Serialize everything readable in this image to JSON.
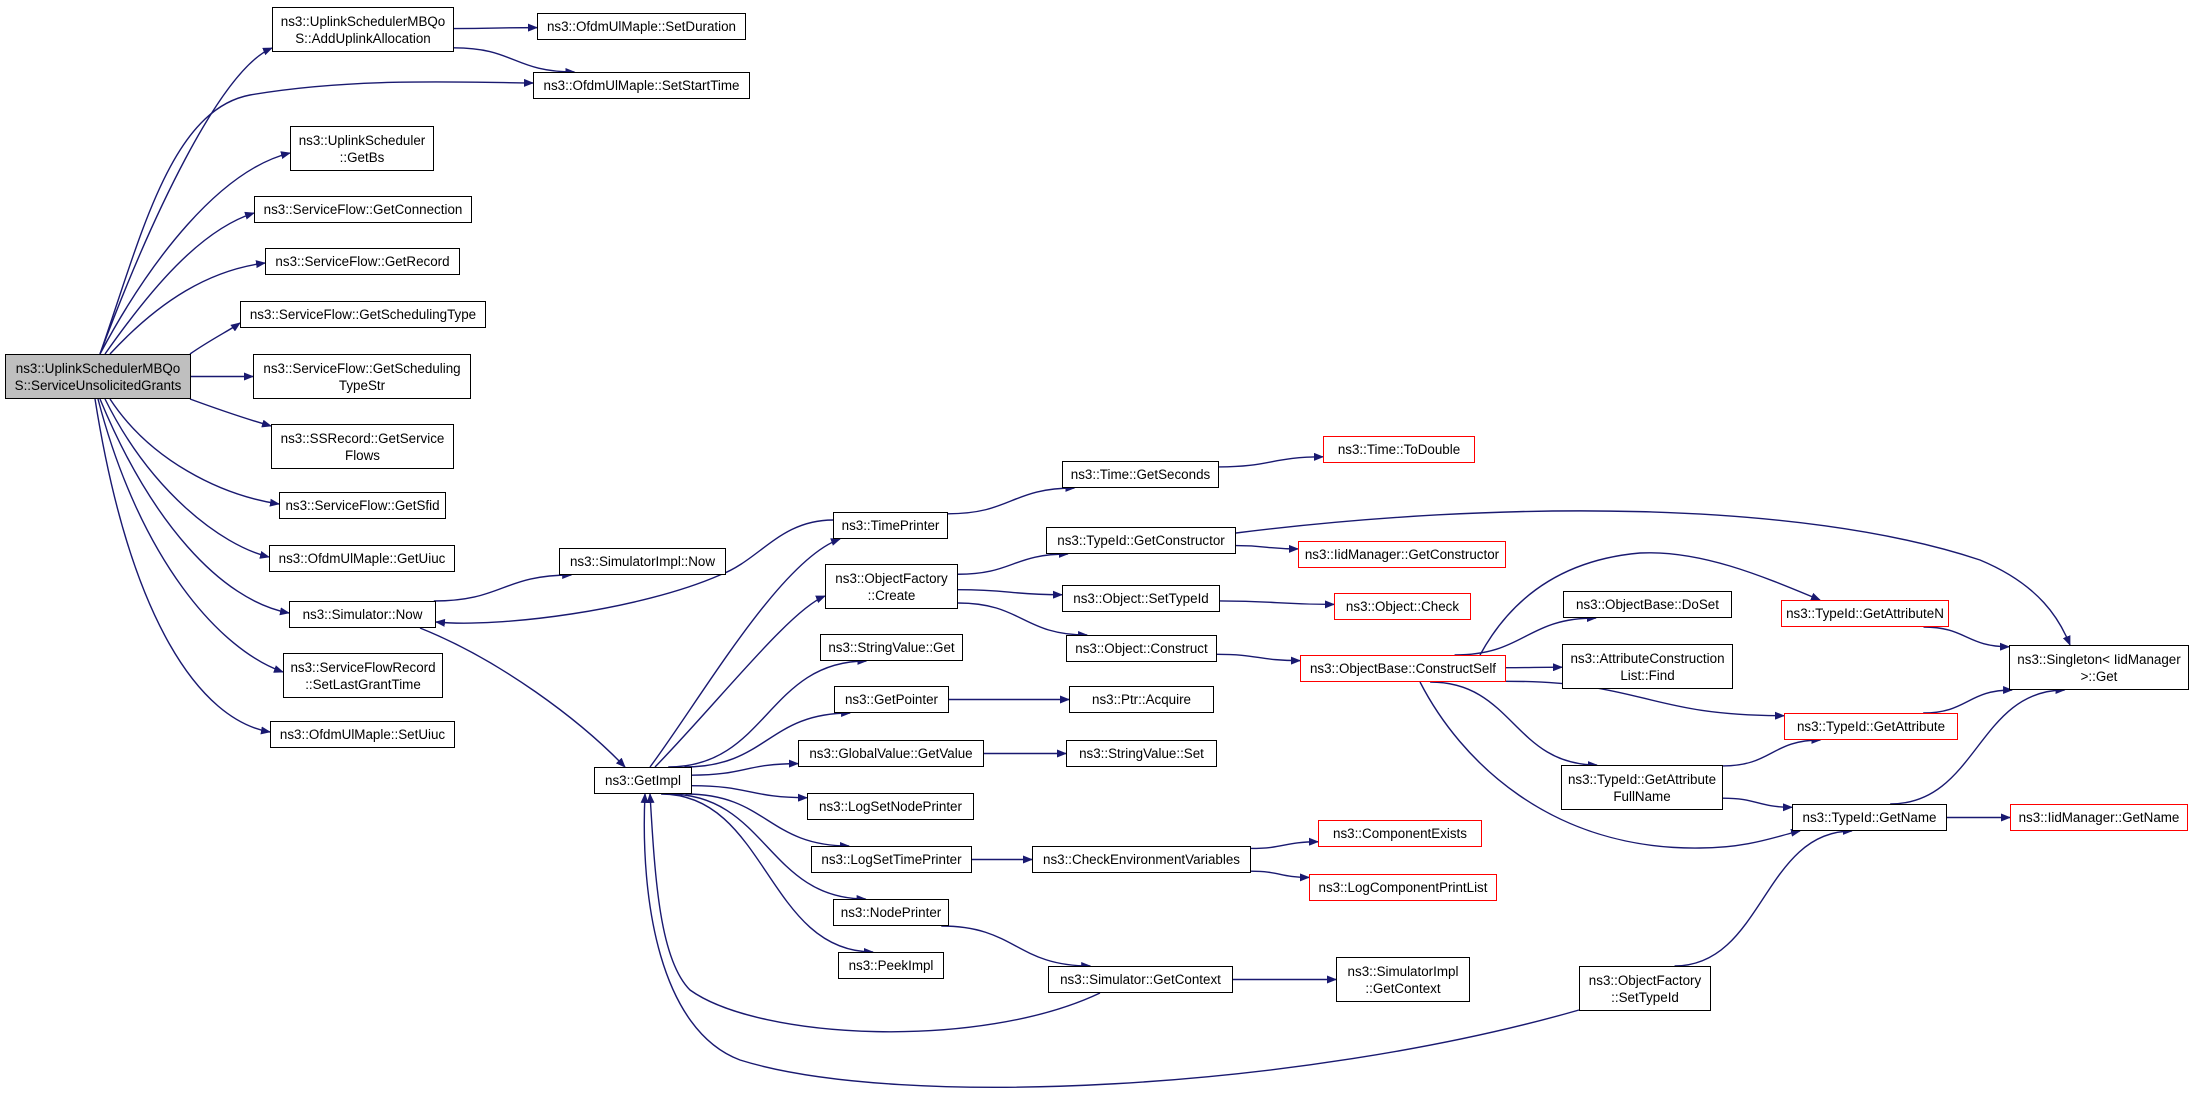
{
  "colors": {
    "edge": "#191970",
    "border": "#000000",
    "truncated_border": "#ff0000",
    "root_fill": "#bfbfbf"
  },
  "nodes": [
    {
      "id": "root",
      "lines": [
        "ns3::UplinkSchedulerMBQo",
        "S::ServiceUnsolicitedGrants"
      ],
      "root": true
    },
    {
      "id": "addUplink",
      "lines": [
        "ns3::UplinkSchedulerMBQo",
        "S::AddUplinkAllocation"
      ]
    },
    {
      "id": "setDuration",
      "lines": [
        "ns3::OfdmUlMaple::SetDuration"
      ]
    },
    {
      "id": "setStartTime",
      "lines": [
        "ns3::OfdmUlMaple::SetStartTime"
      ]
    },
    {
      "id": "getBs",
      "lines": [
        "ns3::UplinkScheduler",
        "::GetBs"
      ]
    },
    {
      "id": "getConnection",
      "lines": [
        "ns3::ServiceFlow::GetConnection"
      ]
    },
    {
      "id": "getRecord",
      "lines": [
        "ns3::ServiceFlow::GetRecord"
      ]
    },
    {
      "id": "getSchedType",
      "lines": [
        "ns3::ServiceFlow::GetSchedulingType"
      ]
    },
    {
      "id": "getSchedTypeStr",
      "lines": [
        "ns3::ServiceFlow::GetScheduling",
        "TypeStr"
      ]
    },
    {
      "id": "getServiceFlows",
      "lines": [
        "ns3::SSRecord::GetService",
        "Flows"
      ]
    },
    {
      "id": "getSfid",
      "lines": [
        "ns3::ServiceFlow::GetSfid"
      ]
    },
    {
      "id": "getUiuc",
      "lines": [
        "ns3::OfdmUlMaple::GetUiuc"
      ]
    },
    {
      "id": "simNow",
      "lines": [
        "ns3::Simulator::Now"
      ]
    },
    {
      "id": "setLastGrant",
      "lines": [
        "ns3::ServiceFlowRecord",
        "::SetLastGrantTime"
      ]
    },
    {
      "id": "setUiuc",
      "lines": [
        "ns3::OfdmUlMaple::SetUiuc"
      ]
    },
    {
      "id": "simImplNow",
      "lines": [
        "ns3::SimulatorImpl::Now"
      ]
    },
    {
      "id": "getImpl",
      "lines": [
        "ns3::GetImpl"
      ]
    },
    {
      "id": "timePrinter",
      "lines": [
        "ns3::TimePrinter"
      ]
    },
    {
      "id": "objFactCreate",
      "lines": [
        "ns3::ObjectFactory",
        "::Create"
      ]
    },
    {
      "id": "stringValueGet",
      "lines": [
        "ns3::StringValue::Get"
      ]
    },
    {
      "id": "getPointer",
      "lines": [
        "ns3::GetPointer"
      ]
    },
    {
      "id": "globalValueGet",
      "lines": [
        "ns3::GlobalValue::GetValue"
      ]
    },
    {
      "id": "logSetNode",
      "lines": [
        "ns3::LogSetNodePrinter"
      ]
    },
    {
      "id": "logSetTime",
      "lines": [
        "ns3::LogSetTimePrinter"
      ]
    },
    {
      "id": "nodePrinter",
      "lines": [
        "ns3::NodePrinter"
      ]
    },
    {
      "id": "peekImpl",
      "lines": [
        "ns3::PeekImpl"
      ]
    },
    {
      "id": "timeGetSeconds",
      "lines": [
        "ns3::Time::GetSeconds"
      ]
    },
    {
      "id": "timeToDouble",
      "lines": [
        "ns3::Time::ToDouble"
      ],
      "truncated": true
    },
    {
      "id": "typeIdGetCtor",
      "lines": [
        "ns3::TypeId::GetConstructor"
      ]
    },
    {
      "id": "iidMgrGetCtor",
      "lines": [
        "ns3::IidManager::GetConstructor"
      ],
      "truncated": true
    },
    {
      "id": "objSetTypeId",
      "lines": [
        "ns3::Object::SetTypeId"
      ]
    },
    {
      "id": "objCheck",
      "lines": [
        "ns3::Object::Check"
      ],
      "truncated": true
    },
    {
      "id": "objConstruct",
      "lines": [
        "ns3::Object::Construct"
      ]
    },
    {
      "id": "objBaseConstructSelf",
      "lines": [
        "ns3::ObjectBase::ConstructSelf"
      ],
      "truncated": true
    },
    {
      "id": "ptrAcquire",
      "lines": [
        "ns3::Ptr::Acquire"
      ]
    },
    {
      "id": "stringValueSet",
      "lines": [
        "ns3::StringValue::Set"
      ]
    },
    {
      "id": "checkEnv",
      "lines": [
        "ns3::CheckEnvironmentVariables"
      ]
    },
    {
      "id": "compExists",
      "lines": [
        "ns3::ComponentExists"
      ],
      "truncated": true
    },
    {
      "id": "logCompPrint",
      "lines": [
        "ns3::LogComponentPrintList"
      ],
      "truncated": true
    },
    {
      "id": "simGetContext",
      "lines": [
        "ns3::Simulator::GetContext"
      ]
    },
    {
      "id": "simImplGetContext",
      "lines": [
        "ns3::SimulatorImpl",
        "::GetContext"
      ]
    },
    {
      "id": "objBaseDoSet",
      "lines": [
        "ns3::ObjectBase::DoSet"
      ]
    },
    {
      "id": "attrConstrFind",
      "lines": [
        "ns3::AttributeConstruction",
        "List::Find"
      ]
    },
    {
      "id": "typeIdGetAttrFull",
      "lines": [
        "ns3::TypeId::GetAttribute",
        "FullName"
      ]
    },
    {
      "id": "objFactSetTypeId",
      "lines": [
        "ns3::ObjectFactory",
        "::SetTypeId"
      ]
    },
    {
      "id": "typeIdGetAttrN",
      "lines": [
        "ns3::TypeId::GetAttributeN"
      ],
      "truncated": true
    },
    {
      "id": "typeIdGetAttr",
      "lines": [
        "ns3::TypeId::GetAttribute"
      ],
      "truncated": true
    },
    {
      "id": "typeIdGetName",
      "lines": [
        "ns3::TypeId::GetName"
      ]
    },
    {
      "id": "singletonGet",
      "lines": [
        "ns3::Singleton< IidManager",
        ">::Get"
      ]
    },
    {
      "id": "iidMgrGetName",
      "lines": [
        "ns3::IidManager::GetName"
      ],
      "truncated": true
    }
  ],
  "edges": [
    [
      "root",
      "addUplink"
    ],
    [
      "root",
      "setStartTime"
    ],
    [
      "root",
      "getBs"
    ],
    [
      "root",
      "getConnection"
    ],
    [
      "root",
      "getRecord"
    ],
    [
      "root",
      "getSchedType"
    ],
    [
      "root",
      "getSchedTypeStr"
    ],
    [
      "root",
      "getServiceFlows"
    ],
    [
      "root",
      "getSfid"
    ],
    [
      "root",
      "getUiuc"
    ],
    [
      "root",
      "simNow"
    ],
    [
      "root",
      "setLastGrant"
    ],
    [
      "root",
      "setUiuc"
    ],
    [
      "addUplink",
      "setDuration"
    ],
    [
      "addUplink",
      "setStartTime"
    ],
    [
      "simNow",
      "simImplNow"
    ],
    [
      "simNow",
      "getImpl"
    ],
    [
      "timePrinter",
      "simNow"
    ],
    [
      "getImpl",
      "timePrinter"
    ],
    [
      "getImpl",
      "objFactCreate"
    ],
    [
      "getImpl",
      "stringValueGet"
    ],
    [
      "getImpl",
      "getPointer"
    ],
    [
      "getImpl",
      "globalValueGet"
    ],
    [
      "getImpl",
      "logSetNode"
    ],
    [
      "getImpl",
      "logSetTime"
    ],
    [
      "getImpl",
      "nodePrinter"
    ],
    [
      "getImpl",
      "peekImpl"
    ],
    [
      "simGetContext",
      "getImpl"
    ],
    [
      "objFactSetTypeId",
      "getImpl"
    ],
    [
      "timePrinter",
      "timeGetSeconds"
    ],
    [
      "timeGetSeconds",
      "timeToDouble"
    ],
    [
      "objFactCreate",
      "typeIdGetCtor"
    ],
    [
      "objFactCreate",
      "objSetTypeId"
    ],
    [
      "objFactCreate",
      "objConstruct"
    ],
    [
      "typeIdGetCtor",
      "iidMgrGetCtor"
    ],
    [
      "typeIdGetCtor",
      "singletonGet"
    ],
    [
      "objSetTypeId",
      "objCheck"
    ],
    [
      "objConstruct",
      "objBaseConstructSelf"
    ],
    [
      "getPointer",
      "ptrAcquire"
    ],
    [
      "globalValueGet",
      "stringValueSet"
    ],
    [
      "logSetTime",
      "checkEnv"
    ],
    [
      "checkEnv",
      "compExists"
    ],
    [
      "checkEnv",
      "logCompPrint"
    ],
    [
      "nodePrinter",
      "simGetContext"
    ],
    [
      "simGetContext",
      "simImplGetContext"
    ],
    [
      "objBaseConstructSelf",
      "objBaseDoSet"
    ],
    [
      "objBaseConstructSelf",
      "attrConstrFind"
    ],
    [
      "objBaseConstructSelf",
      "typeIdGetAttrFull"
    ],
    [
      "objBaseConstructSelf",
      "typeIdGetAttrN"
    ],
    [
      "objBaseConstructSelf",
      "typeIdGetAttr"
    ],
    [
      "objBaseConstructSelf",
      "typeIdGetName"
    ],
    [
      "typeIdGetAttrFull",
      "typeIdGetAttr"
    ],
    [
      "typeIdGetAttrFull",
      "typeIdGetName"
    ],
    [
      "objFactSetTypeId",
      "typeIdGetName"
    ],
    [
      "typeIdGetAttrN",
      "singletonGet"
    ],
    [
      "typeIdGetAttr",
      "singletonGet"
    ],
    [
      "typeIdGetName",
      "singletonGet"
    ],
    [
      "typeIdGetName",
      "iidMgrGetName"
    ]
  ]
}
